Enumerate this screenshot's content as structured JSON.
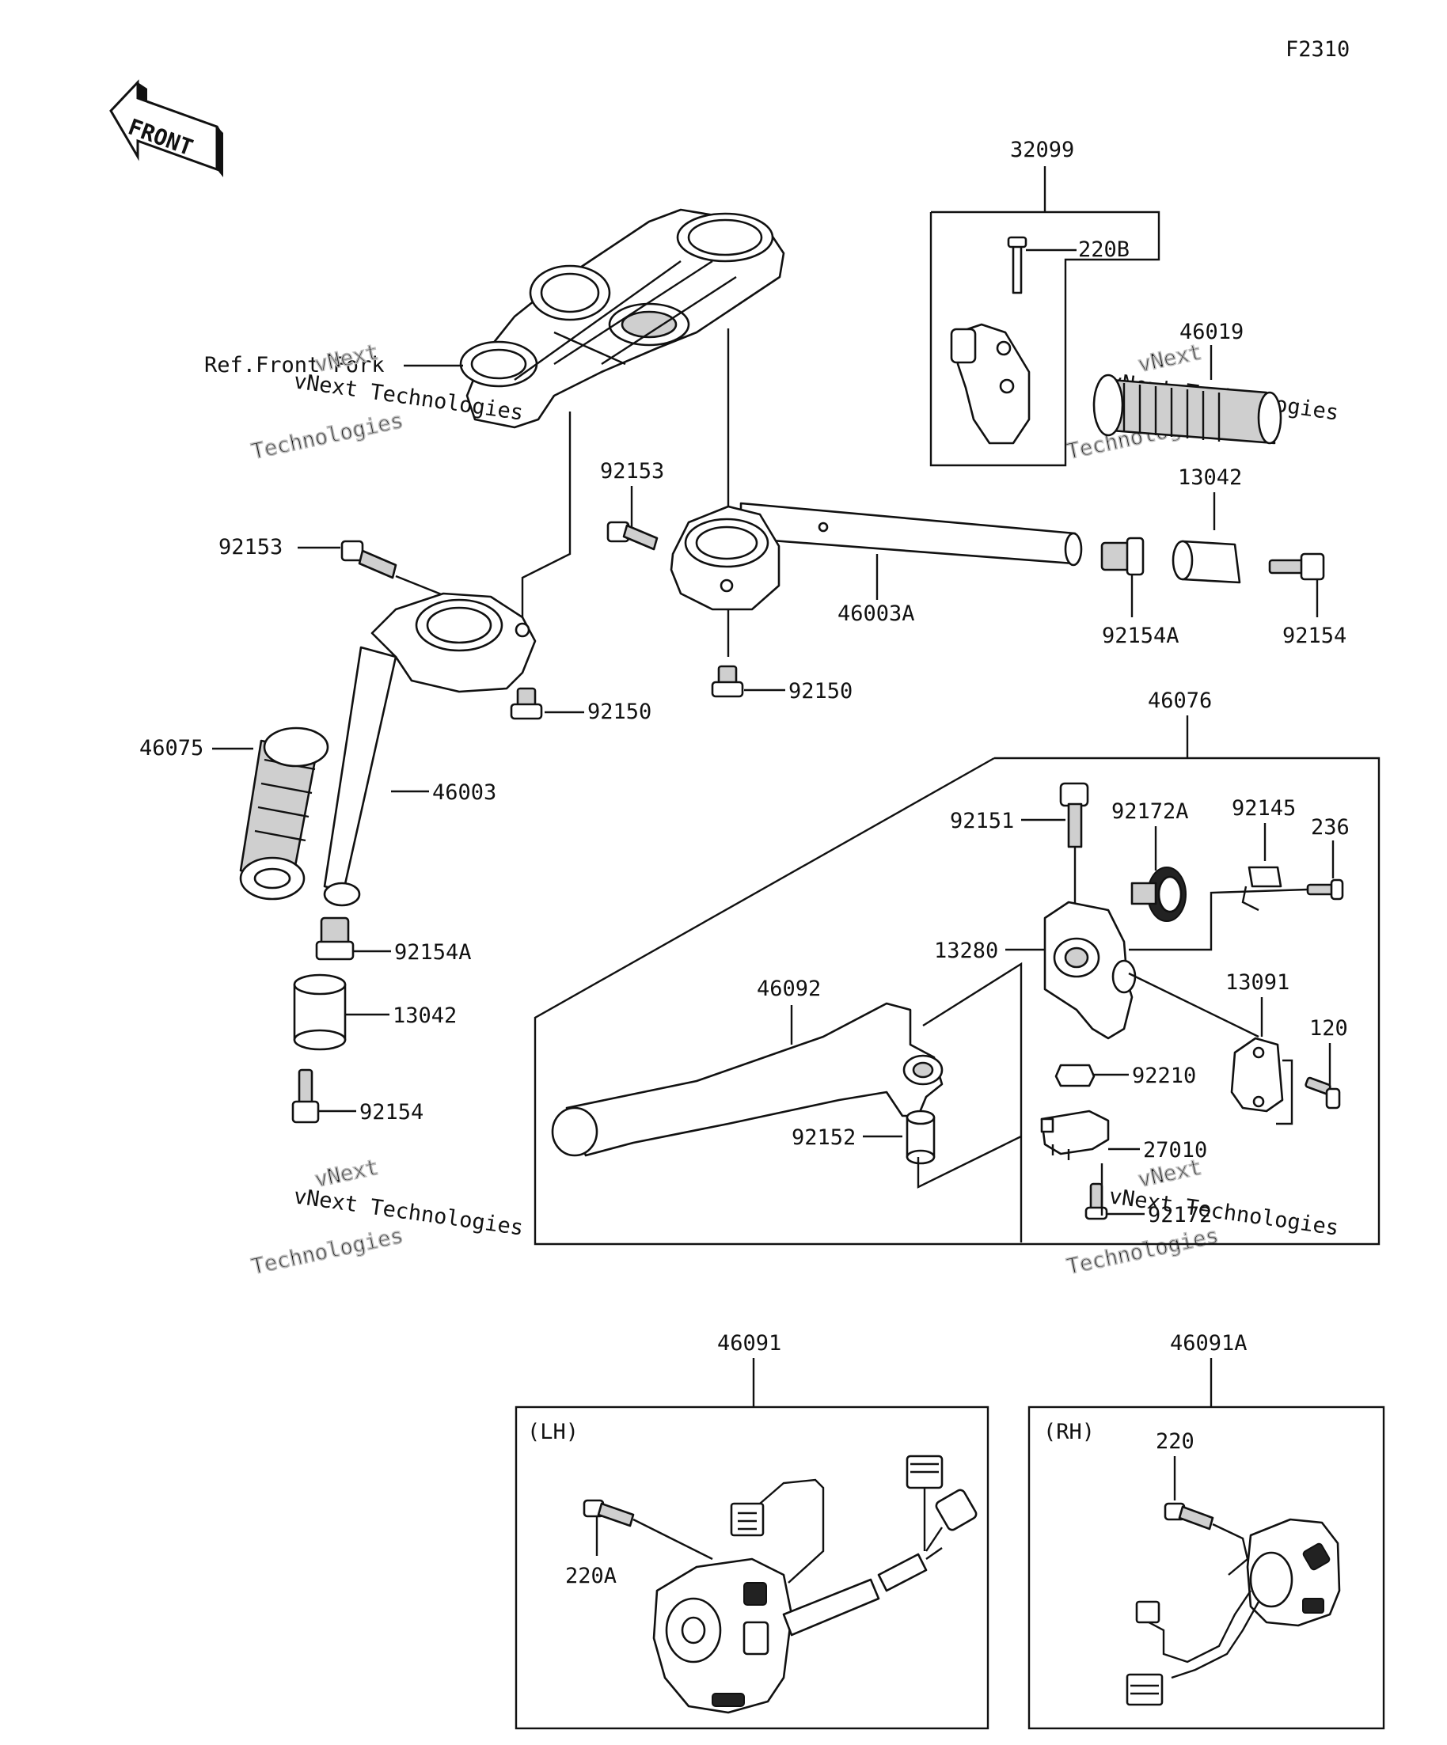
{
  "page_code": "F2310",
  "front_arrow_label": "FRONT",
  "ref_label": "Ref.Front Fork",
  "watermark_line1": "vNext",
  "watermark_line2": "Technologies",
  "watermark_small": "vNext Technologies",
  "callouts": {
    "c32099": "32099",
    "c220B": "220B",
    "c46019": "46019",
    "c13042_top": "13042",
    "c92153_mid": "92153",
    "c92153_left": "92153",
    "c46003A": "46003A",
    "c92154A_right": "92154A",
    "c92154_right": "92154",
    "c92150_left": "92150",
    "c92150_mid": "92150",
    "c46075": "46075",
    "c46003": "46003",
    "c92154A_left": "92154A",
    "c13042_left": "13042",
    "c92154_left": "92154",
    "c46076": "46076",
    "c92151": "92151",
    "c92172A": "92172A",
    "c92145": "92145",
    "c236": "236",
    "c13280": "13280",
    "c46092": "46092",
    "c13091": "13091",
    "c120": "120",
    "c92210": "92210",
    "c92152": "92152",
    "c27010": "27010",
    "c92172": "92172",
    "c46091": "46091",
    "c46091A": "46091A",
    "lh": "(LH)",
    "rh": "(RH)",
    "c220A": "220A",
    "c220": "220"
  },
  "colors": {
    "line": "#111111",
    "watermark": "#bdbdbd",
    "background": "#ffffff"
  }
}
